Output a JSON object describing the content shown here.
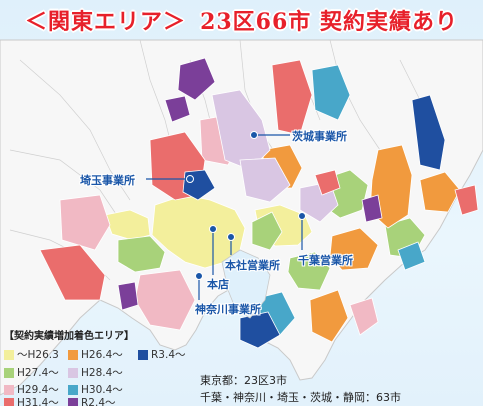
{
  "title": {
    "main": "＜関東エリア＞",
    "sub": "23区66市 契約実績あり"
  },
  "offices": [
    {
      "label": "茨城事業所"
    },
    {
      "label": "埼玉事業所"
    },
    {
      "label": "本社営業所"
    },
    {
      "label": "千葉営業所"
    },
    {
      "label": "本店"
    },
    {
      "label": "神奈川事業所"
    }
  ],
  "legend": {
    "title": "【契約実績増加着色エリア】",
    "items": [
      {
        "label": "～H26.3",
        "color": "#f3ef9c"
      },
      {
        "label": "H26.4～",
        "color": "#f19a3e"
      },
      {
        "label": "R3.4～",
        "color": "#1f4fa0"
      },
      {
        "label": "H27.4～",
        "color": "#a8d27a"
      },
      {
        "label": "H28.4～",
        "color": "#d9c6e3"
      },
      {
        "label": "H29.4～",
        "color": "#f1b9c4"
      },
      {
        "label": "H30.4～",
        "color": "#48a7c9"
      },
      {
        "label": "H31.4～",
        "color": "#ea6d6c"
      },
      {
        "label": "R2.4～",
        "color": "#7b3f99"
      }
    ]
  },
  "stats": {
    "tokyo": "東京都：23区3市",
    "others": "千葉・神奈川・埼玉・茨城・静岡：63市"
  },
  "colors": {
    "office_marker": "#1a56a8",
    "title_text": "#e7202a",
    "sea": "#dff0fb",
    "land_unshaded": "#f7f7f7"
  }
}
